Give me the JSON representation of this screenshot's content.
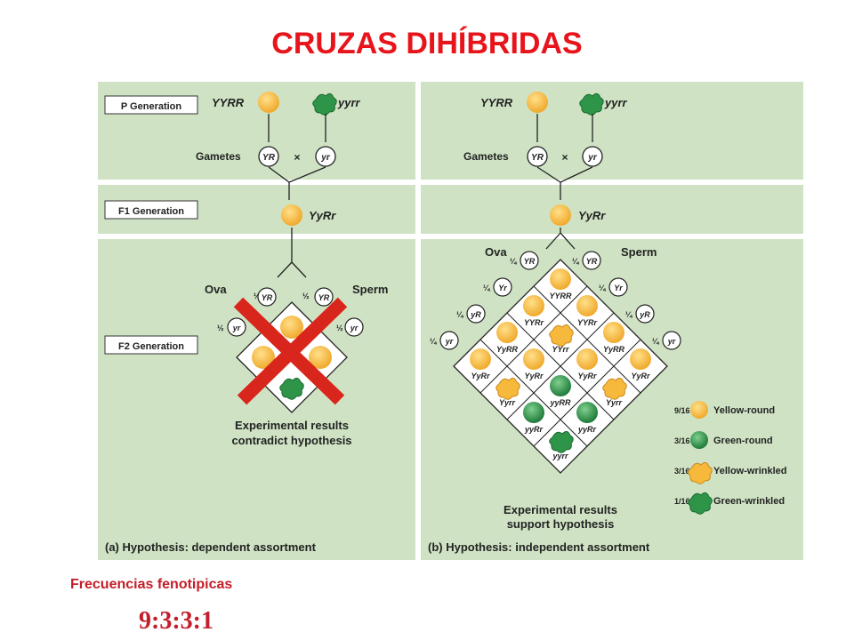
{
  "page": {
    "title": "CRUZAS DIHÍBRIDAS",
    "caption": "Frecuencias fenotipicas",
    "ratio": "9:3:3:1"
  },
  "colors": {
    "title": "#e8141b",
    "caption": "#c41e2a",
    "panel_bg": "#cfe3c4",
    "panel_bg_dark": "#bcd6ae",
    "yellow_pea": "#f6b93b",
    "green_pea": "#2e9448",
    "cross_mark": "#d9261c"
  },
  "diagram": {
    "generation_labels": {
      "p": "P Generation",
      "f1": "F1 Generation",
      "f2": "F2 Generation"
    },
    "panel_a": {
      "parent_yellow": "YYRR",
      "parent_green": "yyrr",
      "gametes_label": "Gametes",
      "gamete_1": "YR",
      "gamete_2": "yr",
      "times": "×",
      "f1": "YyRr",
      "ova": "Ova",
      "sperm": "Sperm",
      "half": "½",
      "result": [
        "Experimental results",
        "contradict hypothesis"
      ],
      "label": "(a) Hypothesis: dependent assortment"
    },
    "panel_b": {
      "parent_yellow": "YYRR",
      "parent_green": "yyrr",
      "gametes_label": "Gametes",
      "gamete_1": "YR",
      "gamete_2": "yr",
      "times": "×",
      "f1": "YyRr",
      "ova": "Ova",
      "sperm": "Sperm",
      "quarter": "¼",
      "gametes": [
        "YR",
        "Yr",
        "yR",
        "yr"
      ],
      "grid": [
        [
          "YYRR",
          "YYRr",
          "YyRR",
          "YyRr"
        ],
        [
          "YYRr",
          "YYrr",
          "YyRr",
          "Yyrr"
        ],
        [
          "YyRR",
          "YyRr",
          "yyRR",
          "yyRr"
        ],
        [
          "YyRr",
          "Yyrr",
          "yyRr",
          "yyrr"
        ]
      ],
      "legend": [
        {
          "fraction": "9/16",
          "label": "Yellow-round",
          "kind": "yellow-round"
        },
        {
          "fraction": "3/16",
          "label": "Green-round",
          "kind": "green-round"
        },
        {
          "fraction": "3/16",
          "label": "Yellow-wrinkled",
          "kind": "yellow-wrinkled"
        },
        {
          "fraction": "1/16",
          "label": "Green-wrinkled",
          "kind": "green-wrinkled"
        }
      ],
      "result": [
        "Experimental results",
        "support hypothesis"
      ],
      "label": "(b) Hypothesis: independent assortment"
    }
  }
}
